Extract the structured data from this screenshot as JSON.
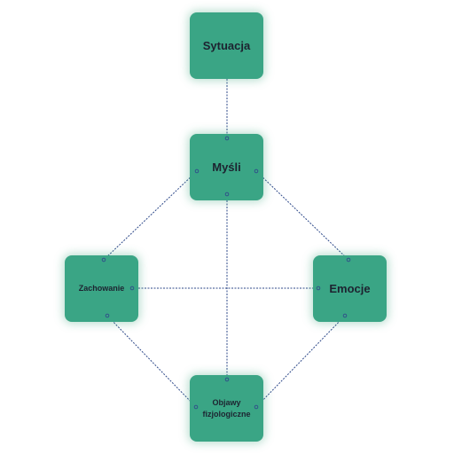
{
  "diagram": {
    "colors": {
      "node_fill": "#3aa585",
      "connector": "#2f4a8a",
      "text": "#1d2330"
    },
    "nodes": {
      "sytuacja": "Sytuacja",
      "mysli": "Myśli",
      "zachowanie": "Zachowanie",
      "emocje": "Emocje",
      "objawy": "Objawy fizjologiczne"
    },
    "connections": [
      [
        "sytuacja",
        "mysli"
      ],
      [
        "mysli",
        "zachowanie"
      ],
      [
        "mysli",
        "emocje"
      ],
      [
        "mysli",
        "objawy"
      ],
      [
        "zachowanie",
        "emocje"
      ],
      [
        "zachowanie",
        "objawy"
      ],
      [
        "emocje",
        "objawy"
      ]
    ]
  }
}
